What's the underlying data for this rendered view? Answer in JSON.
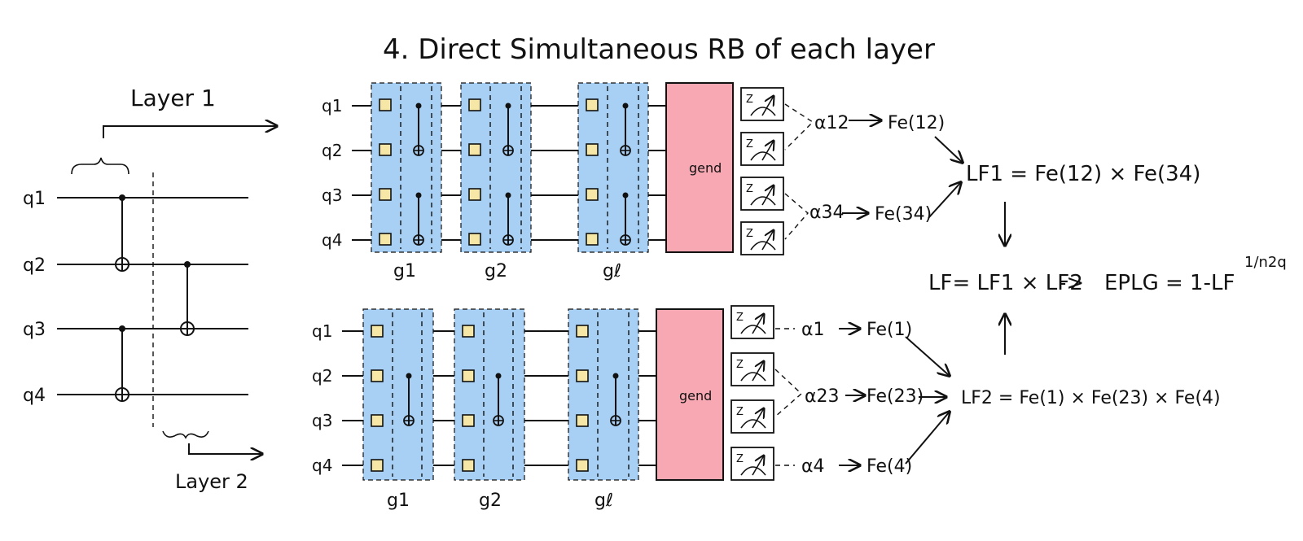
{
  "title": "4. Direct Simultaneous RB of each layer",
  "left_circuit": {
    "qubits": [
      "q1",
      "q2",
      "q3",
      "q4"
    ],
    "layer1_label": "Layer 1",
    "layer2_label": "Layer 2"
  },
  "top_circuit": {
    "qubits": [
      "q1",
      "q2",
      "q3",
      "q4"
    ],
    "layer_labels": [
      "g1",
      "g2",
      "gℓ"
    ],
    "inverse_label": "gend",
    "decay_params": [
      "α12",
      "α34"
    ],
    "fidelities": [
      "Fe(12)",
      "Fe(34)"
    ],
    "layer_fidelity": "LF1 = Fe(12) × Fe(34)"
  },
  "bottom_circuit": {
    "qubits": [
      "q1",
      "q2",
      "q3",
      "q4"
    ],
    "layer_labels": [
      "g1",
      "g2",
      "gℓ"
    ],
    "inverse_label": "gend",
    "decay_params": [
      "α1",
      "α23",
      "α4"
    ],
    "fidelities": [
      "Fe(1)",
      "Fe(23)",
      "Fe(4)"
    ],
    "layer_fidelity": "LF2 = Fe(1) × Fe(23) × Fe(4)"
  },
  "summary": {
    "lf_product": "LF= LF1 × LF2",
    "arrow": "->",
    "eplg": "EPLG = 1-LF",
    "eplg_exponent": "1/n2q"
  },
  "colors": {
    "layer_fill": "#a8d0f4",
    "single_gate_fill": "#f7e7a6",
    "inverse_fill": "#f7a8b3"
  },
  "meas_glyph": "Z"
}
